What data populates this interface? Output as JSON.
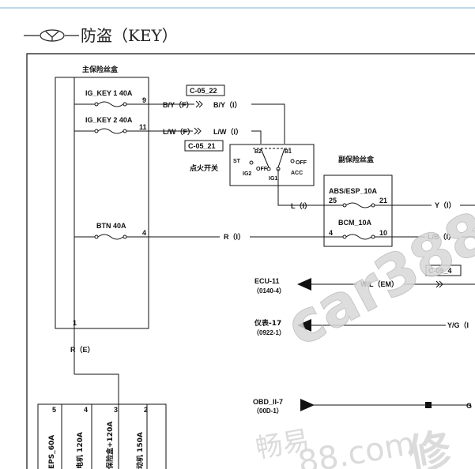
{
  "header": {
    "title": "防盗（KEY）",
    "accent_color": "#7ab3cf"
  },
  "main_fuse_box": {
    "title": "主保险丝盒",
    "fuses": [
      {
        "name": "IG_KEY 1 40A",
        "pin": "9"
      },
      {
        "name": "IG_KEY 2 40A",
        "pin": "11"
      },
      {
        "name": "BTN 40A",
        "pin": "4"
      }
    ],
    "ground_pin": "1"
  },
  "sub_fuse_box": {
    "title": "副保险丝盒",
    "fuses": [
      {
        "name": "ABS/ESP_10A",
        "pin_in": "25",
        "pin_out": "21"
      },
      {
        "name": "BCM_10A",
        "pin_in": "4",
        "pin_out": "10"
      }
    ]
  },
  "connectors": {
    "c0522": "C-05_22",
    "c0521": "C-05_21",
    "c094": "C-09_4"
  },
  "wires": {
    "by_f": "B/Y（F）",
    "by_i": "B/Y（I）",
    "lw_f": "L/W（F）",
    "lw_i": "L/W（I）",
    "l_i": "L（I）",
    "r_i": "R（I）",
    "r_e": "R（E）",
    "y_i": "Y（I）",
    "lb_i": "L/B（I）",
    "wl_em": "W/L（EM）",
    "yg_i": "Y/G（I",
    "g": "G"
  },
  "ignition_switch": {
    "label": "点火开关",
    "pins": {
      "b2": "B2",
      "b1": "B1",
      "ig2": "IG2",
      "ig1": "IG1"
    },
    "positions": {
      "st": "ST",
      "off_left": "OFF",
      "off_right": "OFF",
      "acc": "ACC"
    }
  },
  "destinations": [
    {
      "name": "ECU-11",
      "code": "（0140-4）"
    },
    {
      "name": "仪表-17",
      "code": "（0922-1）"
    },
    {
      "name": "OBD_II-7",
      "code": "（00D-1）"
    }
  ],
  "bottom_fuse_box": {
    "pins": [
      "5",
      "4",
      "3",
      "2"
    ],
    "fuses": [
      "EPS_60A",
      "电机 120A",
      "保险盒+120A",
      "动机 150A"
    ]
  },
  "watermarks": {
    "brand_text": "car388",
    "chinese_text": "畅易",
    "domain_text": "88.com",
    "extra_text": "修"
  }
}
